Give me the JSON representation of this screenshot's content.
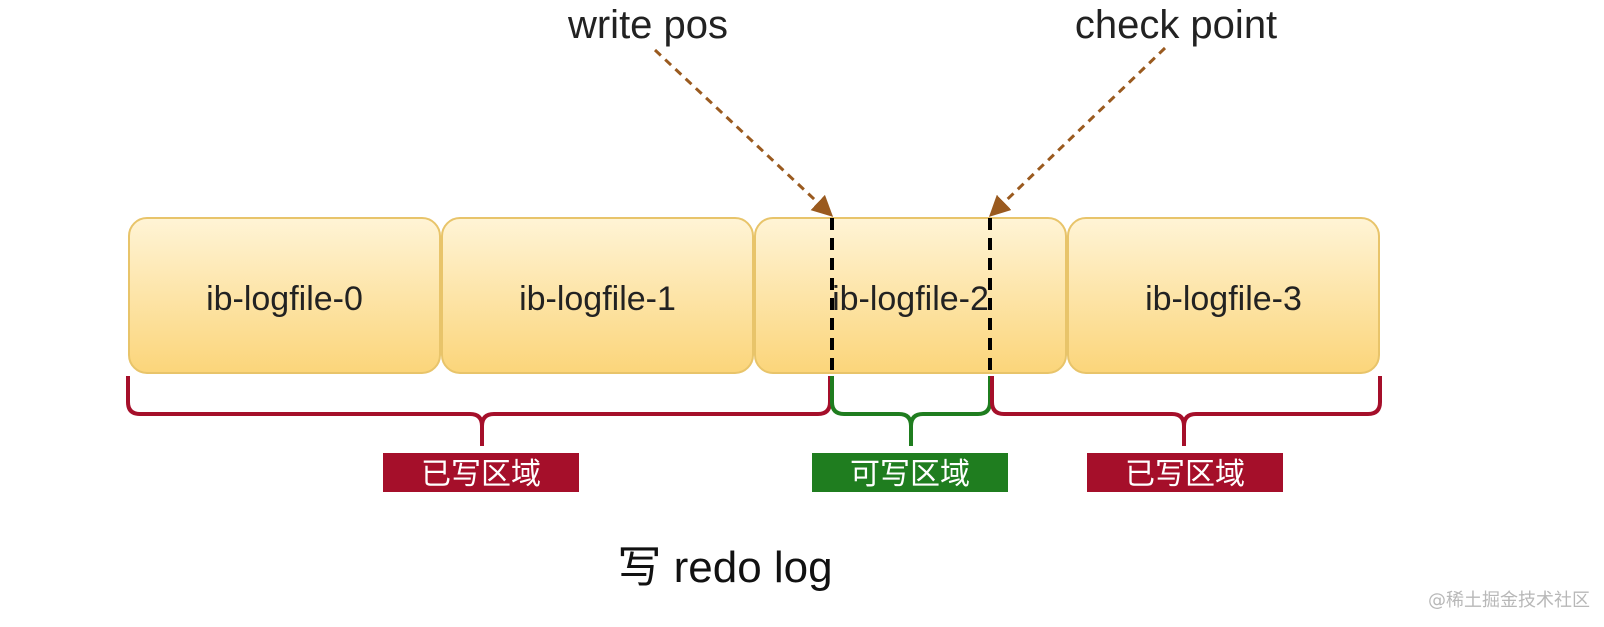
{
  "pointers": {
    "write_pos": "write pos",
    "check_point": "check point"
  },
  "files": [
    {
      "label": "ib-logfile-0"
    },
    {
      "label": "ib-logfile-1"
    },
    {
      "label": "ib-logfile-2"
    },
    {
      "label": "ib-logfile-3"
    }
  ],
  "regions": {
    "written_left": "已写区域",
    "writable": "可写区域",
    "written_right": "已写区域"
  },
  "caption": "写 redo log",
  "watermark": "@稀土掘金技术社区",
  "colors": {
    "file_fill_top": "#fff4d6",
    "file_fill_bottom": "#fbd57a",
    "file_border": "#e8c46a",
    "arrow": "#9a5a1f",
    "written": "#a50f2a",
    "writable": "#1f7d1f",
    "dashed_line": "#000000"
  }
}
